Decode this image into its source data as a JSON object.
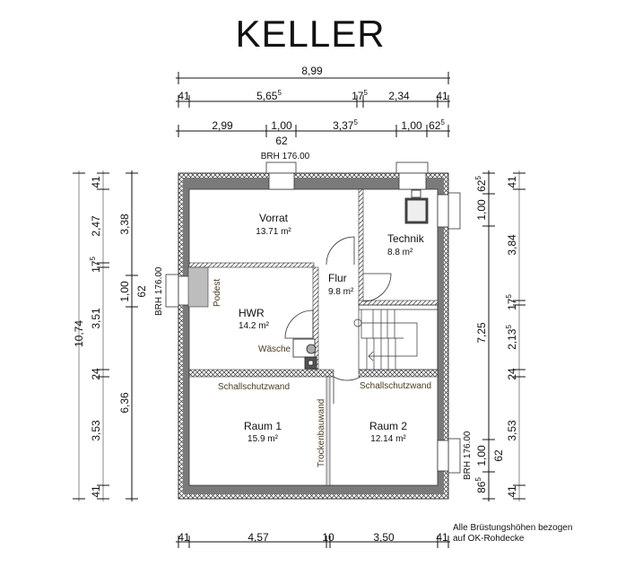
{
  "title": "KELLER",
  "dimensions": {
    "top_total": {
      "v": "8,99"
    },
    "top_chain1": [
      {
        "v": "41"
      },
      {
        "v": "5,65",
        "sup": "5"
      },
      {
        "v": "17",
        "sup": "5"
      },
      {
        "v": "2,34"
      },
      {
        "v": "41"
      }
    ],
    "top_chain2": [
      {
        "v": "2,99"
      },
      {
        "v": "1,00"
      },
      {
        "v": "3,37",
        "sup": "5"
      },
      {
        "v": "1,00"
      },
      {
        "v": "62",
        "sup": "5"
      }
    ],
    "top_sub": "62",
    "left_total": "10,74",
    "left_chain1": [
      "41",
      "2,47",
      "17",
      "3,51",
      "24",
      "3,53",
      "41"
    ],
    "left_chain1_sup": "5",
    "left_chain2": [
      "3,38",
      "1,00",
      "6,36"
    ],
    "left_sub": "62",
    "right_chain1": [
      "62",
      "1,00",
      "7,25",
      "1,00",
      "86"
    ],
    "right_chain1_sup": "5",
    "right_sub": "62",
    "right_chain2": [
      "41",
      "3,84",
      "17",
      "2,13",
      "24",
      "3,53",
      "41"
    ],
    "right_chain2_sup": "5",
    "bottom_chain": [
      "41",
      "4,57",
      "10",
      "3,50",
      "41"
    ]
  },
  "brh_label": "BRH 176.00",
  "rooms": [
    {
      "name": "Vorrat",
      "area": "13.71 m²"
    },
    {
      "name": "Technik",
      "area": "8.8 m²"
    },
    {
      "name": "Flur",
      "area": "9.8 m²"
    },
    {
      "name": "HWR",
      "area": "14.2 m²"
    },
    {
      "name": "Raum 1",
      "area": "15.9 m²"
    },
    {
      "name": "Raum 2",
      "area": "12.14 m²"
    }
  ],
  "annotations": {
    "podest": "Podest",
    "waesche": "Wäsche",
    "schallschutz": "Schallschutzwand",
    "trockenbau": "Trockenbauwand",
    "footnote_line1": "Alle Brüstungshöhen bezogen",
    "footnote_line2": "auf OK-Rohdecke"
  },
  "colors": {
    "wall": "#7a7a7a",
    "podest": "#bdbdbd",
    "note": "#4a3b22"
  }
}
